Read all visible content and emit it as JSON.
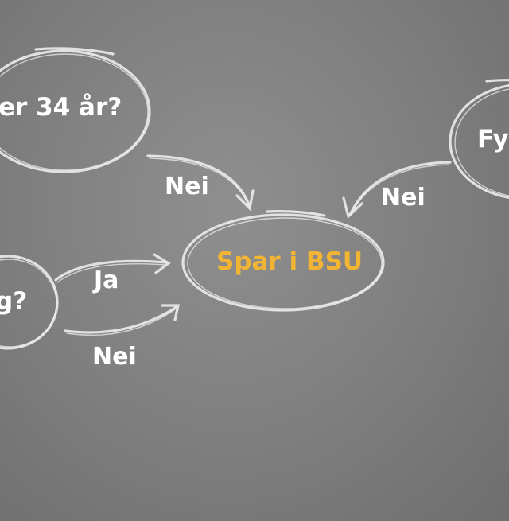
{
  "diagram": {
    "nodes": {
      "age_question": {
        "text": "er 34 år?"
      },
      "goal": {
        "text": "Spar i BSU"
      },
      "left_question": {
        "text": "g?"
      },
      "right_question": {
        "text": "Fyl"
      }
    },
    "edges": {
      "age_to_goal": {
        "label": "Nei"
      },
      "right_to_goal": {
        "label": "Nei"
      },
      "left_to_goal_yes": {
        "label": "Ja"
      },
      "left_to_goal_no": {
        "label": "Nei"
      }
    },
    "colors": {
      "background": "#858585",
      "chalk": "#f2f2f2",
      "goal_text": "#f1b533"
    }
  }
}
